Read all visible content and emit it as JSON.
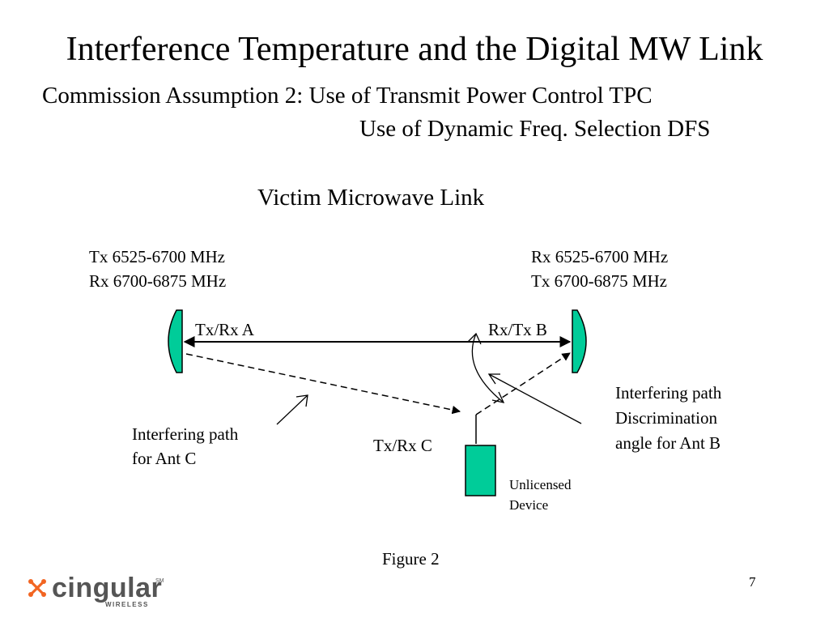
{
  "slide": {
    "title": "Interference Temperature and the Digital MW Link",
    "assumption_line1": "Commission Assumption 2: Use of Transmit Power Control TPC",
    "assumption_line2": "Use of  Dynamic Freq. Selection DFS",
    "diagram_title": "Victim Microwave Link",
    "figure_caption": "Figure 2",
    "page_number": "7"
  },
  "site_a": {
    "tx_freq": "Tx 6525-6700 MHz",
    "rx_freq": "Rx 6700-6875 MHz",
    "label": "Tx/Rx A"
  },
  "site_b": {
    "rx_freq": "Rx 6525-6700 MHz",
    "tx_freq": "Tx 6700-6875 MHz",
    "label": "Rx/Tx B"
  },
  "site_c": {
    "label": "Tx/Rx C",
    "device_line1": "Unlicensed",
    "device_line2": "Device"
  },
  "annotations": {
    "ant_c_line1": "Interfering path",
    "ant_c_line2": "for Ant C",
    "ant_b_line1": "Interfering path",
    "ant_b_line2": "Discrimination",
    "ant_b_line3": "angle for Ant B"
  },
  "logo": {
    "brand": "cingular",
    "trademark": "SM",
    "tagline": "WIRELESS",
    "mark_color": "#f26522"
  },
  "colors": {
    "antenna_fill": "#00cc99",
    "line": "#000000"
  }
}
